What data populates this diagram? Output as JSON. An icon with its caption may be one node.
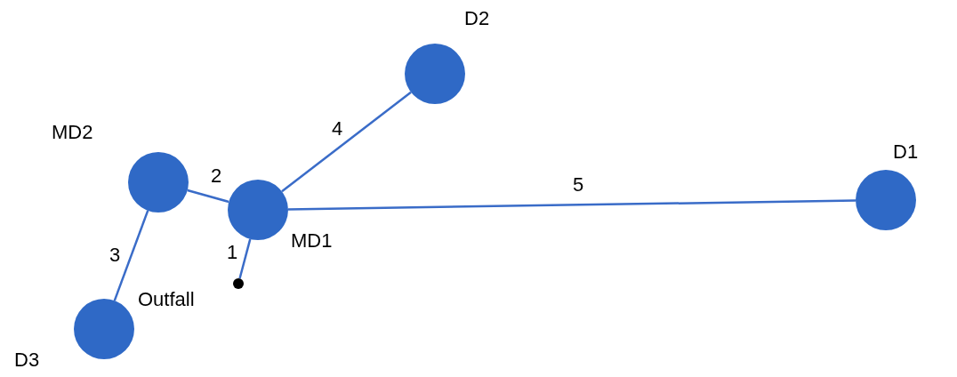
{
  "diagram": {
    "nodes": [
      {
        "text": [
          "D2"
        ]
      },
      {
        "text": [
          "MD2"
        ]
      },
      {
        "text": [
          "D1"
        ]
      },
      {
        "text": [
          "MD1"
        ]
      },
      {
        "text": [
          "Outfall"
        ]
      },
      {
        "text": [
          "D3"
        ]
      }
    ],
    "edges": [
      {
        "from": 3,
        "to": 4,
        "arrow": "none",
        "label": "1"
      },
      {
        "from": 1,
        "to": 3,
        "arrow": "none",
        "label": "2"
      },
      {
        "from": 1,
        "to": 5,
        "arrow": "none",
        "label": "3"
      },
      {
        "from": 3,
        "to": 0,
        "arrow": "none",
        "label": "4"
      },
      {
        "from": 3,
        "to": 2,
        "arrow": "none",
        "label": "5"
      }
    ]
  }
}
